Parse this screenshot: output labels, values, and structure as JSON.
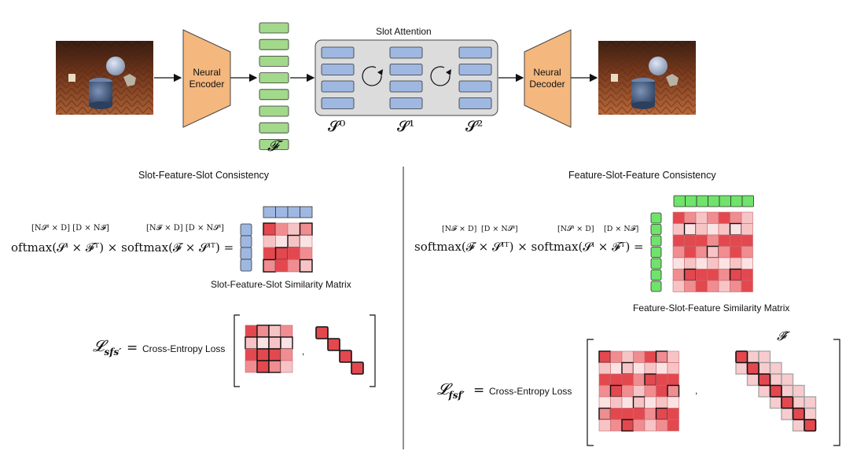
{
  "pipeline": {
    "encoder_label": "Neural\nEncoder",
    "decoder_label": "Neural\nDecoder",
    "slot_attention_title": "Slot Attention",
    "features_symbol": "𝓕",
    "slot_labels": [
      "𝓢⁰",
      "𝓢¹",
      "𝓢²"
    ]
  },
  "left_panel": {
    "title": "Slot-Feature-Slot Consistency",
    "dim_annotations": [
      "[N𝓢ⁱ × D] [D × N𝓕]",
      "[N𝓕 × D] [D × N𝓢ⁱ]"
    ],
    "formula": "oftmax(𝓢ⁱ × 𝓕ᵀ) × softmax(𝓕 × 𝓢ⁱᵀ) =",
    "matrix_caption": "Slot-Feature-Slot Similarity Matrix",
    "loss_symbol": "𝓛",
    "loss_subscript": "sfs′",
    "loss_equals": "=",
    "loss_text": "Cross-Entropy Loss",
    "comma": ","
  },
  "right_panel": {
    "title": "Feature-Slot-Feature Consistency",
    "dim_annotations": [
      "[N𝓕 × D]",
      "[D × N𝓢ⁱ]",
      "[N𝓢ⁱ × D]",
      "[D × N𝓕]"
    ],
    "formula": "softmax(𝓕 × 𝓢ᴵᵀ) × softmax(𝓢ⁱ × 𝓕ᵀ) =",
    "matrix_caption": "Feature-Slot-Feature Similarity Matrix",
    "loss_symbol": "𝓛",
    "loss_subscript": "fsf′",
    "loss_equals": "=",
    "loss_text": "Cross-Entropy Loss",
    "comma": ",",
    "target_symbol": "𝓕̃"
  },
  "colors": {
    "encoder_fill": "#f4b77e",
    "feature_fill": "#a3d98b",
    "slot_fill": "#9fb8e2",
    "slot_box_fill": "#dcdcdc",
    "green_bright": "#6fe36a",
    "red_strong": "#e3484f",
    "red_mid": "#ef8d91",
    "red_light": "#f7c4c6",
    "red_faint": "#fbe3e4"
  }
}
